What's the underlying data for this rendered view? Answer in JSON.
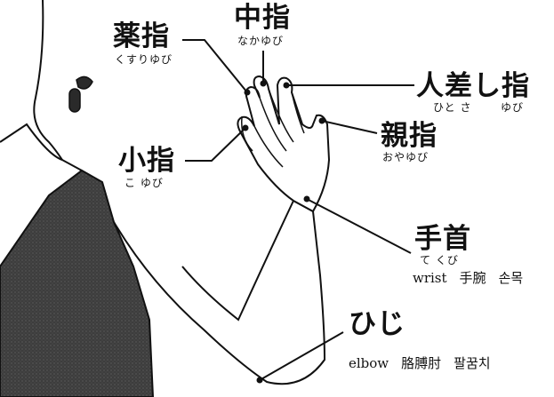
{
  "labels": {
    "ring_finger": {
      "kanji": "薬指",
      "reading": "くすりゆび"
    },
    "middle_finger": {
      "kanji": "中指",
      "reading": "なかゆび"
    },
    "index_finger": {
      "kanji": "人差し指",
      "reading_a": "ひと さ",
      "reading_b": "ゆび"
    },
    "thumb": {
      "kanji": "親指",
      "reading": "おやゆび"
    },
    "little_finger": {
      "kanji": "小指",
      "reading": "こ ゆび"
    },
    "wrist": {
      "kanji": "手首",
      "reading": "て くび",
      "en": "wrist",
      "zh": "手腕",
      "ko": "손목"
    },
    "elbow": {
      "kanji": "ひじ",
      "en": "elbow",
      "zh": "胳膊肘",
      "ko": "팔꿈치"
    }
  },
  "colors": {
    "ink": "#111111",
    "dress": "#3a3a3a",
    "skin": "#ffffff"
  }
}
